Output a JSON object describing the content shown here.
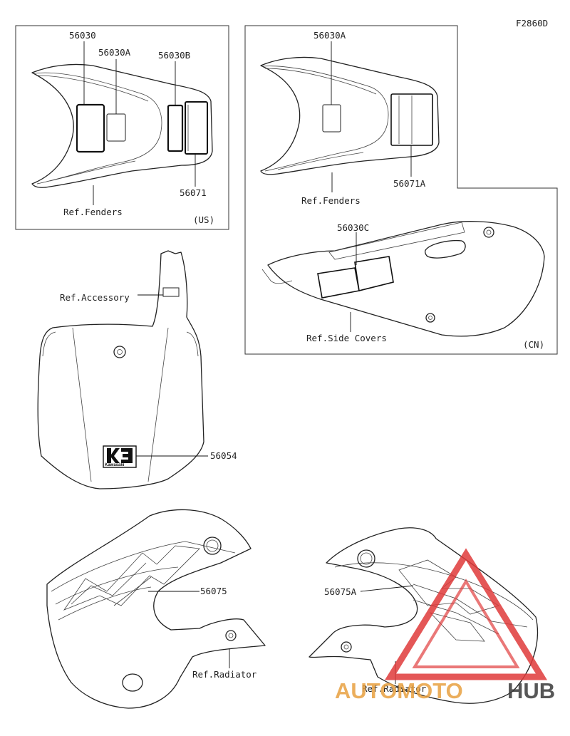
{
  "figure_code": "F2860D",
  "us_panel": {
    "region": "(US)",
    "labels": {
      "p56030": "56030",
      "p56030A": "56030A",
      "p56030B": "56030B",
      "p56071": "56071",
      "fenders": "Ref.Fenders"
    }
  },
  "cn_panel": {
    "region": "(CN)",
    "labels": {
      "p56030A": "56030A",
      "p56071A": "56071A",
      "fenders": "Ref.Fenders",
      "p56030C": "56030C",
      "side_covers": "Ref.Side Covers"
    }
  },
  "number_plate": {
    "labels": {
      "accessory": "Ref.Accessory",
      "p56054": "56054"
    },
    "logo_text": "Kawasaki"
  },
  "shroud_left": {
    "labels": {
      "p56075": "56075",
      "radiator": "Ref.Radiator"
    }
  },
  "shroud_right": {
    "labels": {
      "p56075A": "56075A",
      "radiator": "Ref.Radiator"
    }
  },
  "watermark": {
    "left": "AUTOMOTO",
    "right": "HUB",
    "color_main": "#e8a040",
    "color_dark": "#3a3a3a",
    "triangle_color": "#e03a3a"
  }
}
